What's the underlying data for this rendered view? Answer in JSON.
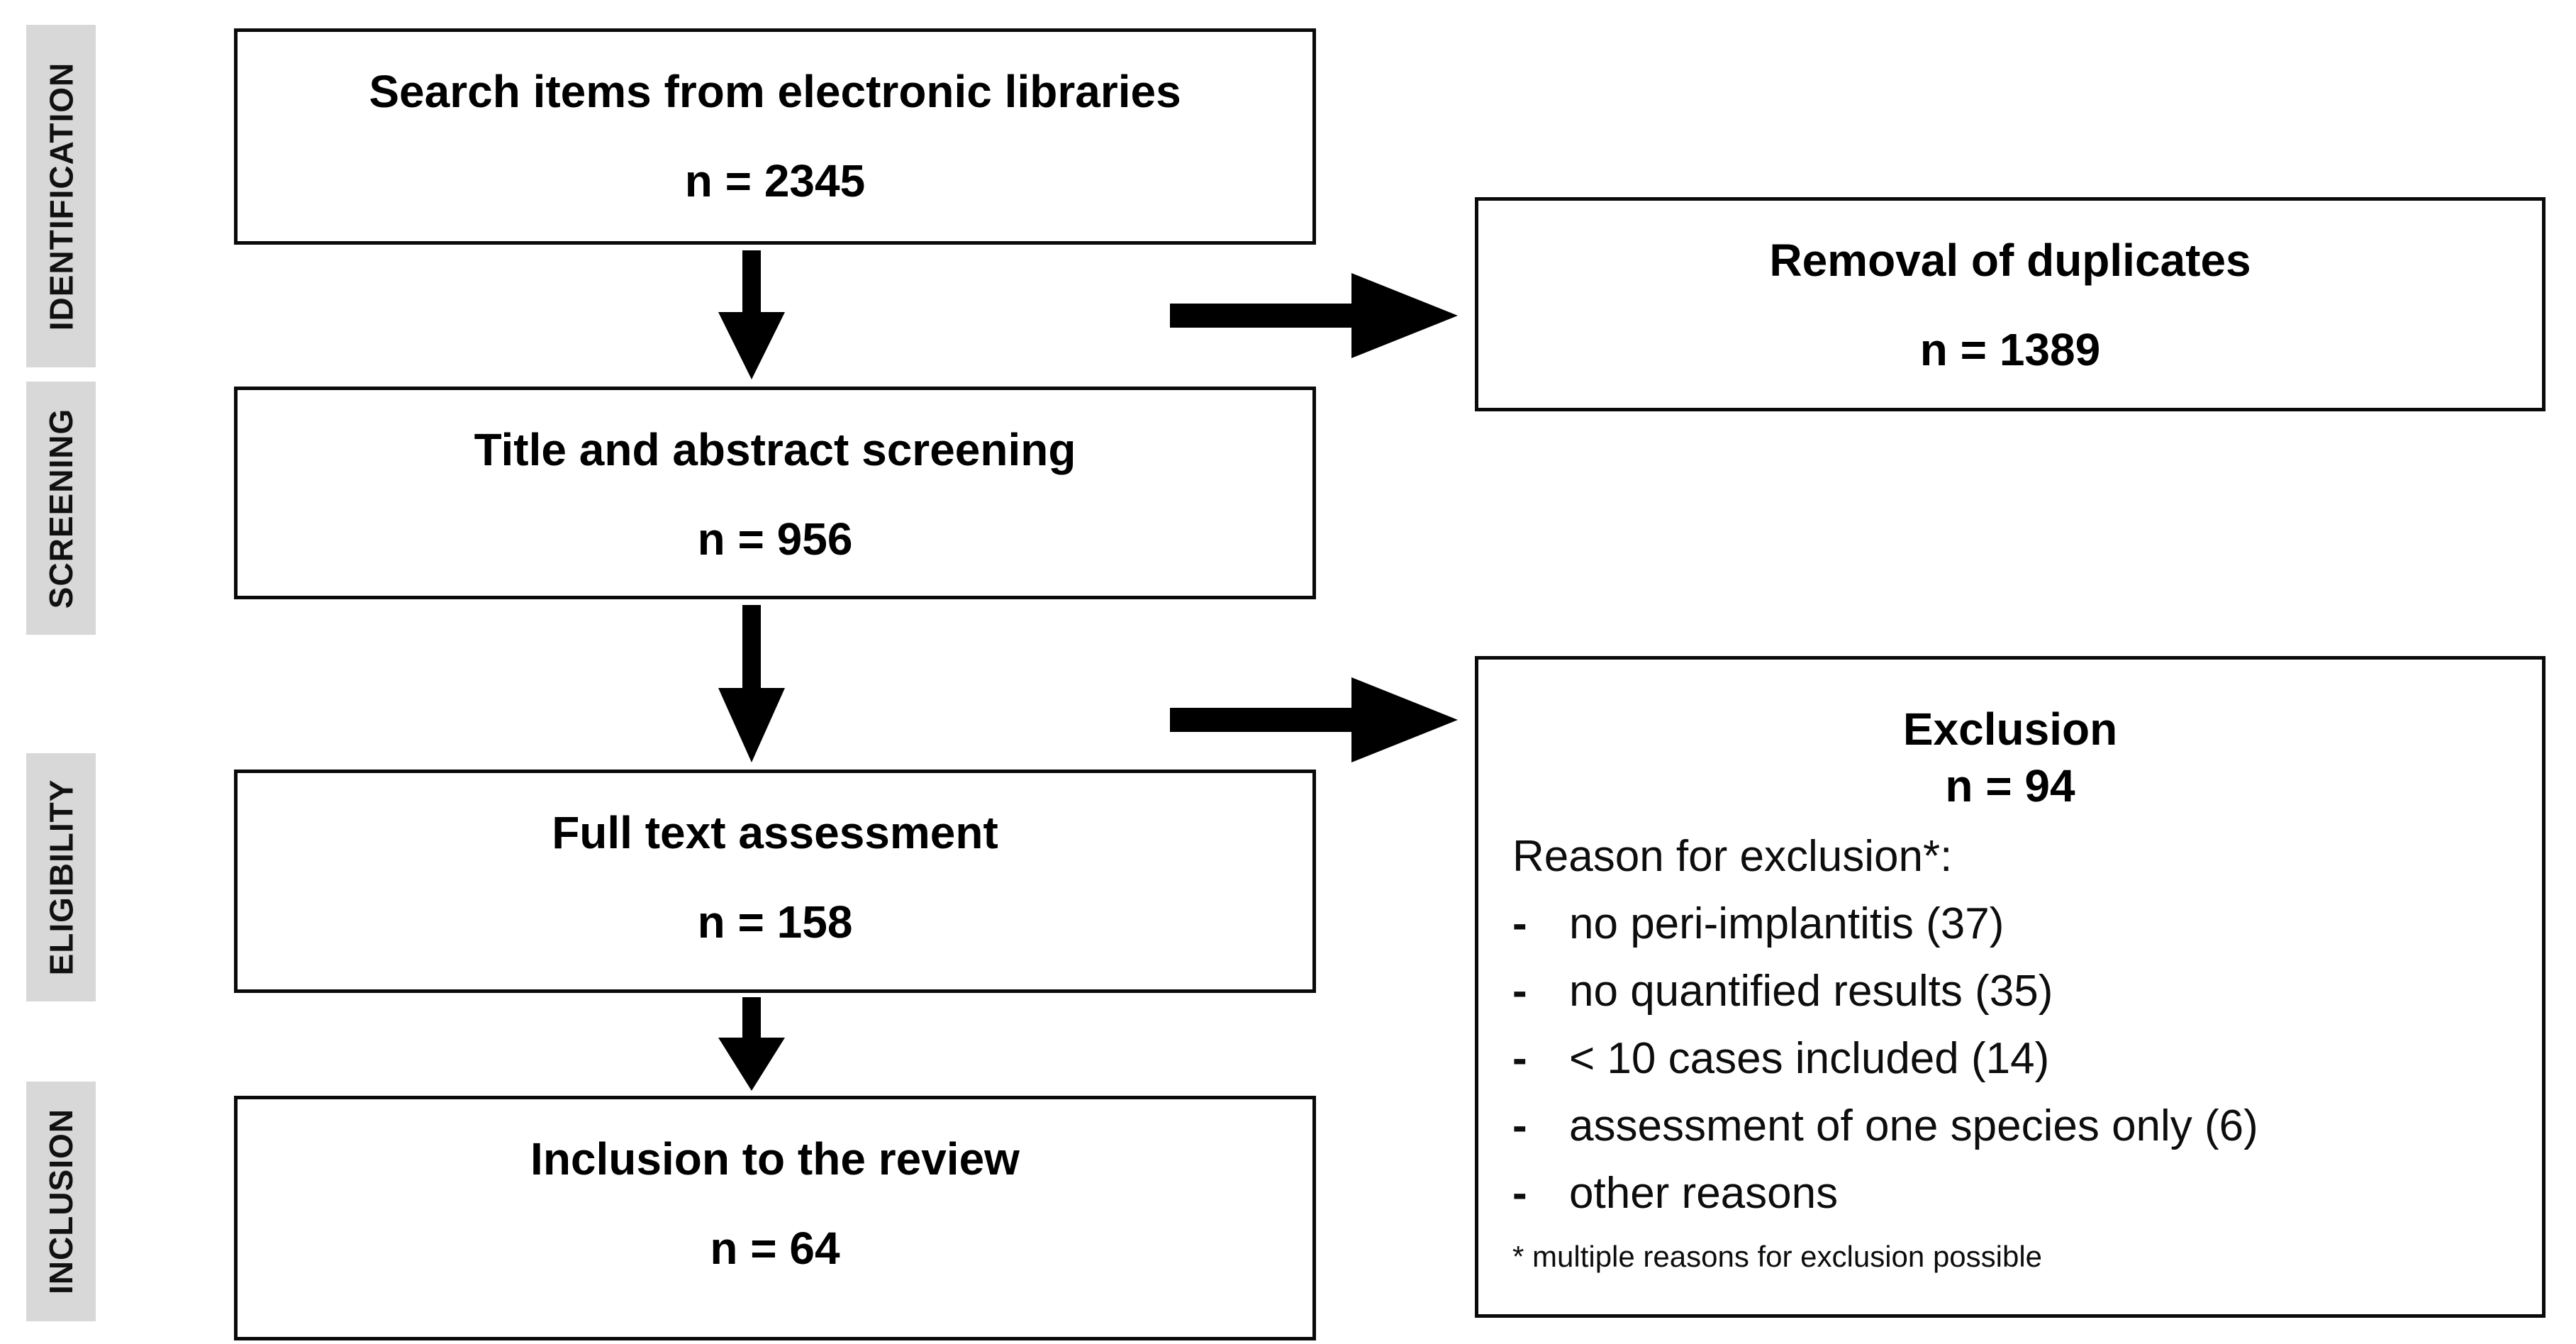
{
  "diagram": {
    "title_semantic": "PRISMA study selection flow diagram",
    "stages": [
      "IDENTIFICATION",
      "SCREENING",
      "ELIGIBILITY",
      "INCLUSION"
    ],
    "flow_boxes": [
      {
        "title": "Search items from electronic libraries",
        "count": "n = 2345"
      },
      {
        "title": "Title and abstract screening",
        "count": "n = 956"
      },
      {
        "title": "Full text assessment",
        "count": "n = 158"
      },
      {
        "title": "Inclusion to the review",
        "count": "n = 64"
      }
    ],
    "duplicates_box": {
      "title": "Removal of duplicates",
      "count": "n = 1389"
    },
    "exclusion_box": {
      "title": "Exclusion",
      "count": "n = 94",
      "reason_header": "Reason for exclusion*:",
      "reasons": [
        "no peri-implantitis (37)",
        "no quantified results (35)",
        "< 10 cases included (14)",
        "assessment of one species only (6)",
        "other reasons"
      ],
      "footnote": "* multiple reasons for exclusion possible"
    },
    "bullet_char": "-"
  },
  "colors": {
    "stage_label_bg": "#d8d8d8",
    "ink": "#000000",
    "box_bg": "#ffffff"
  }
}
